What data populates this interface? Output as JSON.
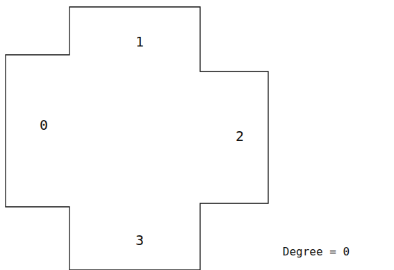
{
  "diagram": {
    "labels": [
      "1",
      "0",
      "2",
      "3",
      "Degree = 0"
    ]
  }
}
